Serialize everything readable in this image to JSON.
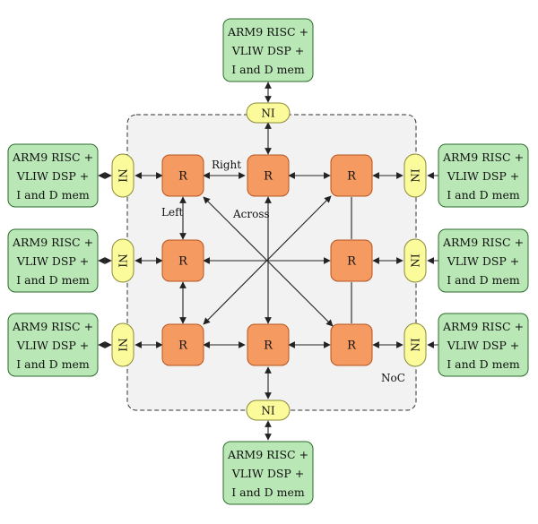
{
  "noc": {
    "label": "NoC"
  },
  "pe": {
    "lines": [
      "ARM9 RISC +",
      "VLIW DSP +",
      "I and D mem"
    ]
  },
  "ni": {
    "label": "NI"
  },
  "router": {
    "label": "R"
  },
  "links": {
    "right": "Right",
    "left": "Left",
    "across": "Across"
  },
  "colors": {
    "pe_fill": "#b9e7b6",
    "pe_stroke": "#2c6b2c",
    "ni_fill": "#fbfb9b",
    "ni_stroke": "#8b8b3b",
    "router_fill": "#f59a60",
    "router_stroke": "#b5541f",
    "noc_fill": "#f2f2f2"
  }
}
